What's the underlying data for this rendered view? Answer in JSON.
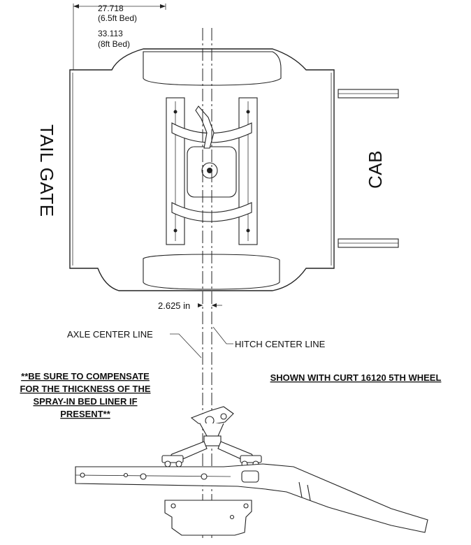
{
  "dimensions": {
    "short_bed_value": "27.718",
    "short_bed_label": "(6.5ft Bed)",
    "long_bed_value": "33.113",
    "long_bed_label": "(8ft Bed)",
    "offset": "2.625 in"
  },
  "labels": {
    "tail_gate": "TAIL GATE",
    "cab": "CAB",
    "axle_center_line": "AXLE CENTER LINE",
    "hitch_center_line": "HITCH CENTER LINE"
  },
  "notes": {
    "liner_line1": "**BE SURE TO COMPENSATE",
    "liner_line2": "FOR THE THICKNESS OF THE",
    "liner_line3": "SPRAY-IN BED LINER IF",
    "liner_line4": "PRESENT**",
    "shown_with": "SHOWN WITH CURT 16120 5TH WHEEL"
  }
}
